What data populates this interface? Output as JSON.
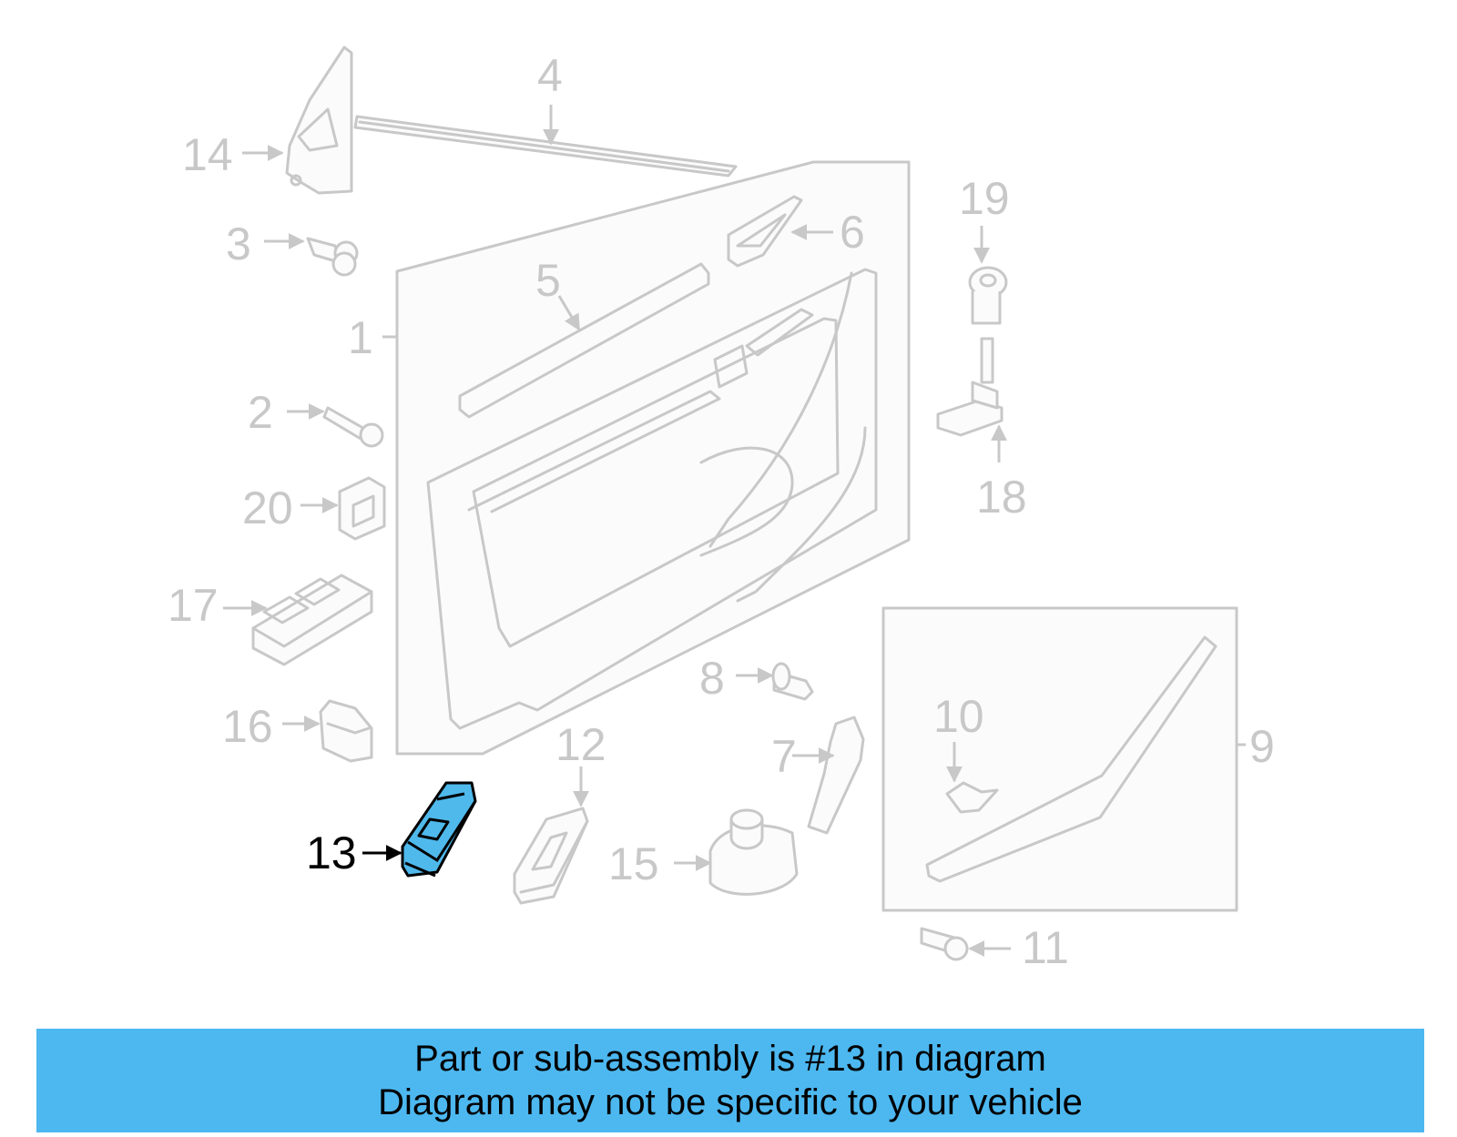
{
  "diagram": {
    "highlighted_part": "13",
    "labels": [
      "1",
      "2",
      "3",
      "4",
      "5",
      "6",
      "7",
      "8",
      "9",
      "10",
      "11",
      "12",
      "13",
      "14",
      "15",
      "16",
      "17",
      "18",
      "19",
      "20"
    ],
    "colors": {
      "part_line": "#c8c8c8",
      "highlight_fill": "#4fb9ec",
      "highlight_label": "#000000"
    }
  },
  "banner": {
    "line1": "Part or sub-assembly is #13 in diagram",
    "line2": "Diagram may not be specific to your vehicle",
    "color": "#4db8f0"
  }
}
